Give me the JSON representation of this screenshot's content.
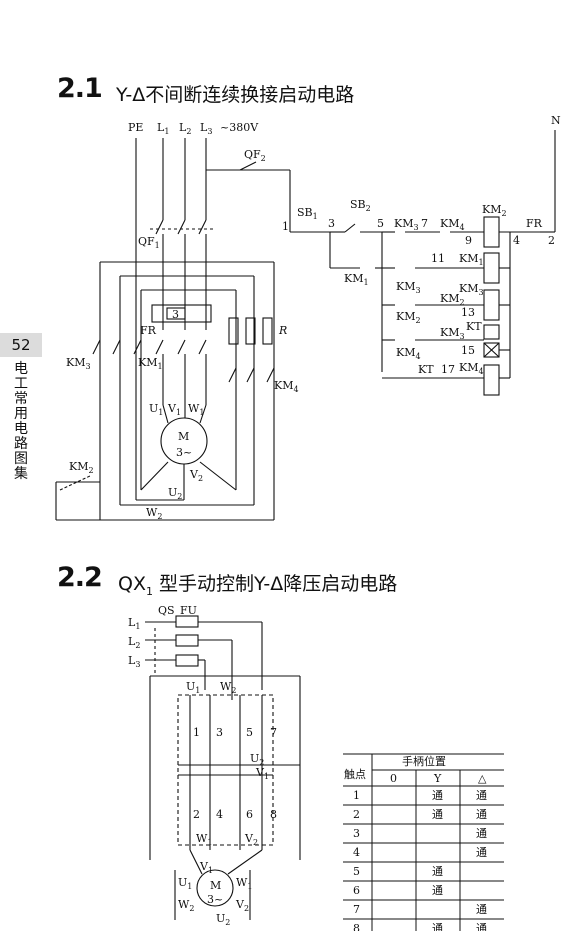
{
  "page_number": "52",
  "side_title": "电工常用电路图集",
  "section1": {
    "number": "2.1",
    "title": "Y-Δ不间断连续换接启动电路",
    "labels": {
      "PE": "PE",
      "L1": "L",
      "L1sub": "1",
      "L2": "L",
      "L2sub": "2",
      "L3": "L",
      "L3sub": "3",
      "voltage": "~380V",
      "N": "N",
      "QF2": "QF",
      "QF2sub": "2",
      "QF1": "QF",
      "QF1sub": "1",
      "SB1": "SB",
      "SB1sub": "1",
      "SB2": "SB",
      "SB2sub": "2",
      "FR": "FR",
      "FR_ctrl": "FR",
      "R": "R",
      "relay3": "3",
      "KM1": "KM",
      "KM1sub": "1",
      "KM2": "KM",
      "KM2sub": "2",
      "KM3": "KM",
      "KM3sub": "3",
      "KM4": "KM",
      "KM4sub": "4",
      "KT": "KT",
      "U1": "U",
      "U1sub": "1",
      "V1": "V",
      "V1sub": "1",
      "W1": "W",
      "W1sub": "1",
      "V2": "V",
      "V2sub": "2",
      "U2": "U",
      "U2sub": "2",
      "W2": "W",
      "W2sub": "2",
      "motorM": "M",
      "motor3": "3~",
      "n1": "1",
      "n2": "2",
      "n3": "3",
      "n4": "4",
      "n5": "5",
      "n7": "7",
      "n9": "9",
      "n11": "11",
      "n13": "13",
      "n15": "15",
      "n17": "17"
    }
  },
  "section2": {
    "number": "2.2",
    "title": "QX",
    "title_sub": "1",
    "title_rest": " 型手动控制Y-Δ降压启动电路",
    "labels": {
      "QS": "QS",
      "FU": "FU",
      "L1": "L",
      "L1sub": "1",
      "L2": "L",
      "L2sub": "2",
      "L3": "L",
      "L3sub": "3",
      "U1": "U",
      "U1sub": "1",
      "W2": "W",
      "W2sub": "2",
      "U2": "U",
      "U2sub": "2",
      "V1": "V",
      "V1sub": "1",
      "W1": "W",
      "W1sub": "1",
      "V2": "V",
      "V2sub": "2",
      "c1": "1",
      "c2": "2",
      "c3": "3",
      "c4": "4",
      "c5": "5",
      "c6": "6",
      "c7": "7",
      "c8": "8",
      "motorM": "M",
      "motor3": "3~"
    },
    "table": {
      "contact_header": "触点",
      "position_header": "手柄位置",
      "columns": [
        "0",
        "Y",
        "△"
      ],
      "rows": [
        {
          "contact": "1",
          "cells": [
            "",
            "通",
            "通"
          ]
        },
        {
          "contact": "2",
          "cells": [
            "",
            "通",
            "通"
          ]
        },
        {
          "contact": "3",
          "cells": [
            "",
            "",
            "通"
          ]
        },
        {
          "contact": "4",
          "cells": [
            "",
            "",
            "通"
          ]
        },
        {
          "contact": "5",
          "cells": [
            "",
            "通",
            ""
          ]
        },
        {
          "contact": "6",
          "cells": [
            "",
            "通",
            ""
          ]
        },
        {
          "contact": "7",
          "cells": [
            "",
            "",
            "通"
          ]
        },
        {
          "contact": "8",
          "cells": [
            "",
            "通",
            "通"
          ]
        }
      ]
    }
  }
}
